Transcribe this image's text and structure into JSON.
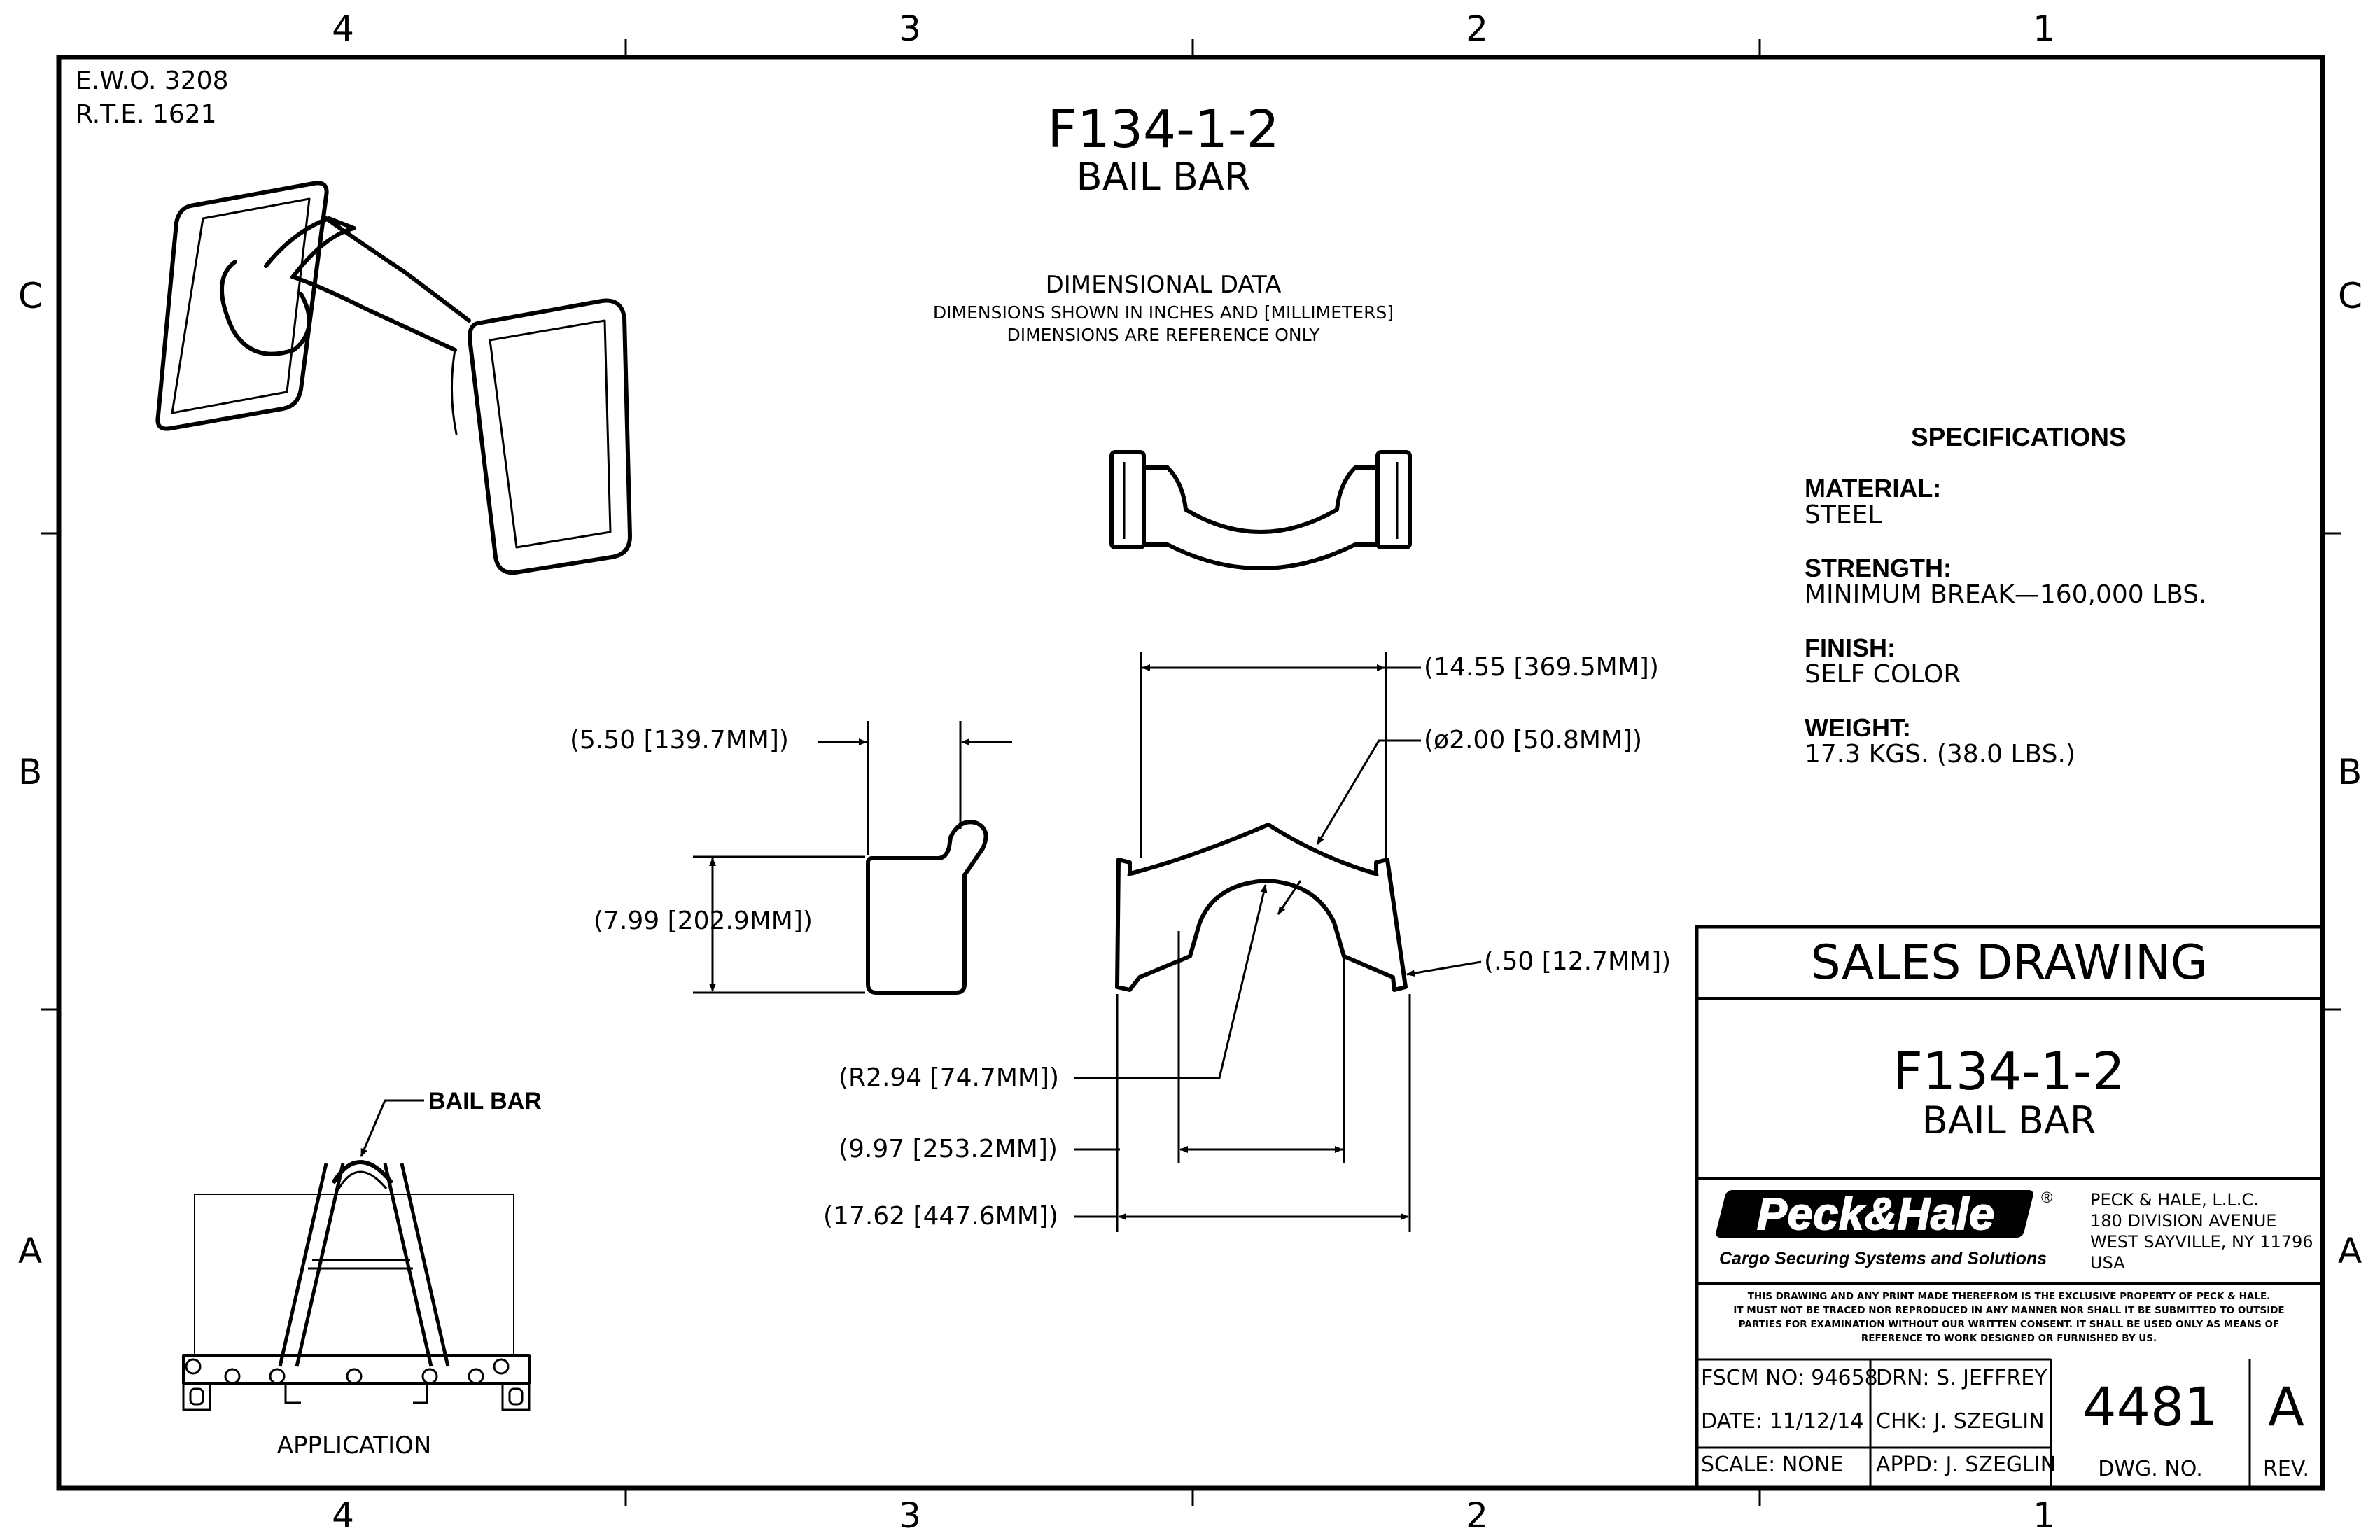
{
  "zone_labels": {
    "top": [
      "4",
      "3",
      "2",
      "1"
    ],
    "bottom": [
      "4",
      "3",
      "2",
      "1"
    ],
    "left": [
      "C",
      "B",
      "A"
    ],
    "right": [
      "C",
      "B",
      "A"
    ]
  },
  "header_refs": {
    "ewo": "E.W.O.  3208",
    "rte": "R.T.E.  1621"
  },
  "title": {
    "part_number": "F134-1-2",
    "part_name": "BAIL BAR"
  },
  "dimensional_data": {
    "heading": "DIMENSIONAL  DATA",
    "line1": "DIMENSIONS  SHOWN  IN  INCHES  AND  [MILLIMETERS]",
    "line2": "DIMENSIONS  ARE  REFERENCE  ONLY"
  },
  "dimensions": {
    "overall_span": "(14.55  [369.5MM])",
    "diameter": "(ø2.00  [50.8MM])",
    "side_width": "(5.50  [139.7MM])",
    "side_height": "(7.99  [202.9MM])",
    "thickness": "(.50  [12.7MM])",
    "radius": "(R2.94  [74.7MM])",
    "inner_width": "(9.97  [253.2MM])",
    "outer_width": "(17.62  [447.6MM])"
  },
  "specifications": {
    "heading": "SPECIFICATIONS",
    "items": [
      {
        "label": "MATERIAL:",
        "value": "STEEL"
      },
      {
        "label": "STRENGTH:",
        "value": "MINIMUM  BREAK—160,000  LBS."
      },
      {
        "label": "FINISH:",
        "value": "SELF  COLOR"
      },
      {
        "label": "WEIGHT:",
        "value": "17.3  KGS.  (38.0  LBS.)"
      }
    ]
  },
  "application": {
    "callout": "BAIL  BAR",
    "caption": "APPLICATION"
  },
  "title_block": {
    "drawing_type": "SALES  DRAWING",
    "part_number": "F134-1-2",
    "part_name": "BAIL  BAR",
    "logo_text": "Peck&Hale",
    "logo_tagline": "Cargo Securing Systems and Solutions",
    "company": [
      "PECK  &  HALE,  L.L.C.",
      "180  DIVISION  AVENUE",
      "WEST  SAYVILLE,  NY  11796",
      "USA"
    ],
    "notice": [
      "THIS DRAWING AND ANY PRINT MADE THEREFROM IS THE EXCLUSIVE PROPERTY OF PECK & HALE.",
      "IT MUST NOT BE TRACED NOR REPRODUCED IN ANY MANNER NOR SHALL IT BE SUBMITTED TO OUTSIDE",
      "PARTIES FOR EXAMINATION WITHOUT OUR WRITTEN CONSENT.  IT SHALL BE USED ONLY AS MEANS OF",
      "REFERENCE TO WORK DESIGNED OR FURNISHED BY US."
    ],
    "fscm": "FSCM  NO:  94658",
    "date": "DATE: 11/12/14",
    "scale": "SCALE:  NONE",
    "drawn": "DRN: S.  JEFFREY",
    "checked": "CHK: J.  SZEGLIN",
    "approved": "APPD: J.  SZEGLIN",
    "dwg_no": "4481",
    "dwg_no_label": "DWG.  NO.",
    "rev": "A",
    "rev_label": "REV."
  }
}
